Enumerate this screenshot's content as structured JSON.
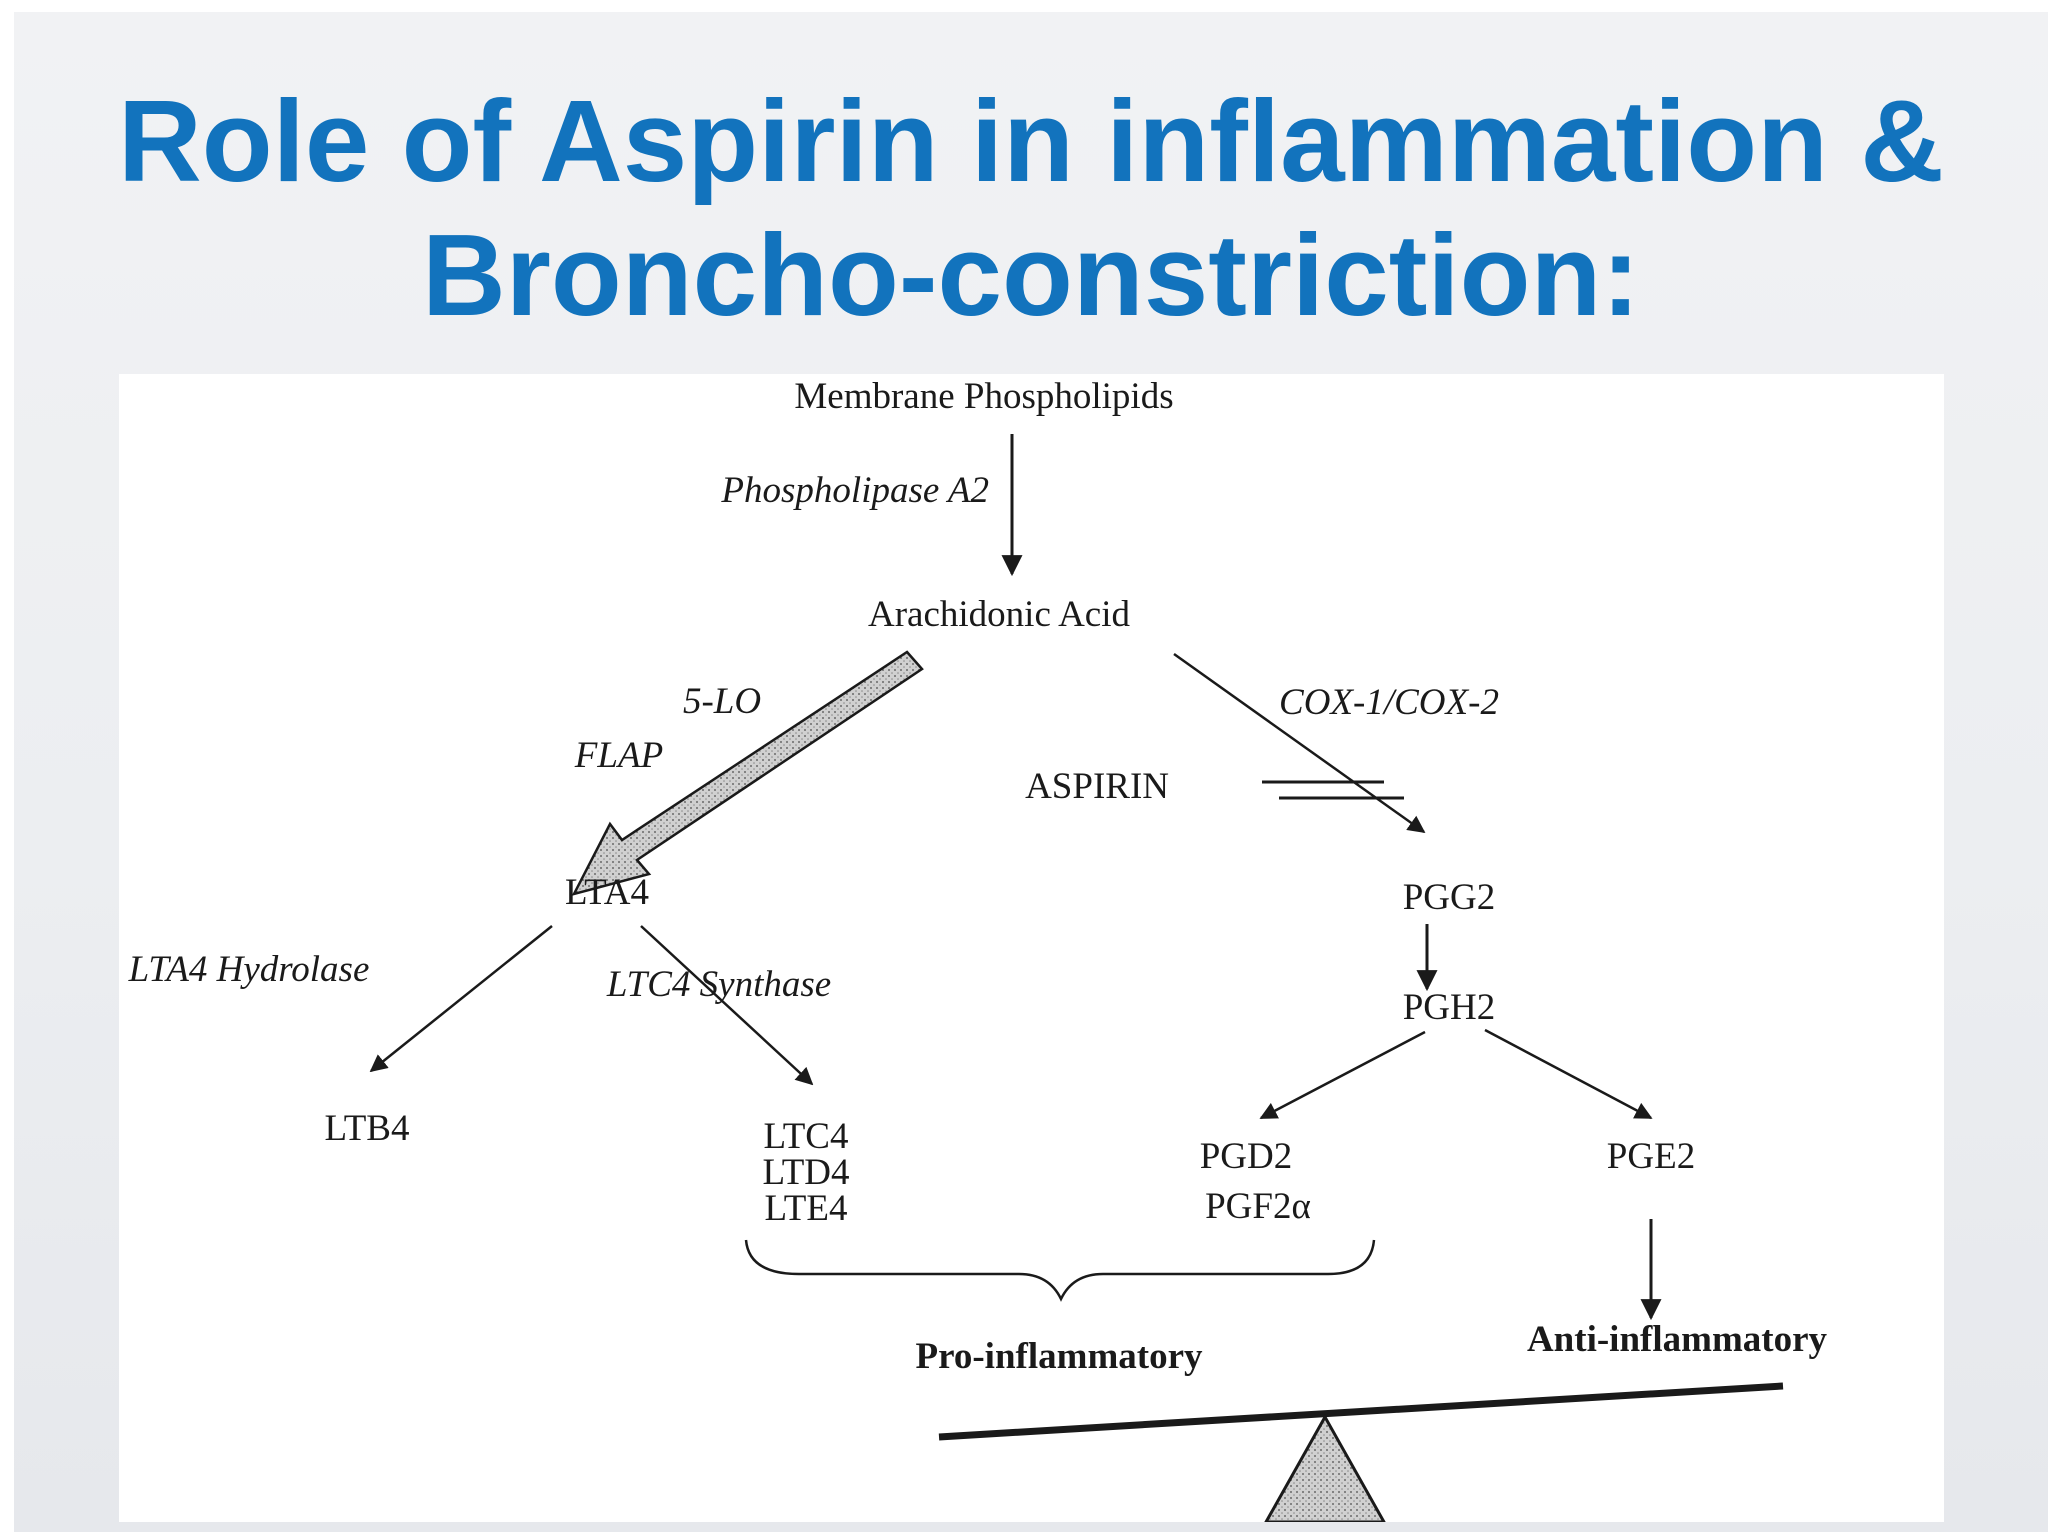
{
  "title": {
    "line1": "Role of Aspirin in inflammation &",
    "line2": "Broncho-constriction:"
  },
  "diagram": {
    "nodes": {
      "membrane": "Membrane Phospholipids",
      "arachidonic": "Arachidonic Acid",
      "lta4": "LTA4",
      "ltb4": "LTB4",
      "ltc4": "LTC4",
      "ltd4": "LTD4",
      "lte4": "LTE4",
      "pgg2": "PGG2",
      "pgh2": "PGH2",
      "pgd2": "PGD2",
      "pgf2a": "PGF2α",
      "pge2": "PGE2"
    },
    "enzymes": {
      "pla2": "Phospholipase A2",
      "five_lo": "5-LO",
      "flap": "FLAP",
      "cox": "COX-1/COX-2",
      "lta4_hydrolase": "LTA4 Hydrolase",
      "ltc4_synthase": "LTC4 Synthase"
    },
    "inhibitor": "ASPIRIN",
    "outcomes": {
      "pro": "Pro-inflammatory",
      "anti": "Anti-inflammatory"
    }
  },
  "colors": {
    "title": "#1273bd",
    "ink": "#1a1a1a"
  }
}
